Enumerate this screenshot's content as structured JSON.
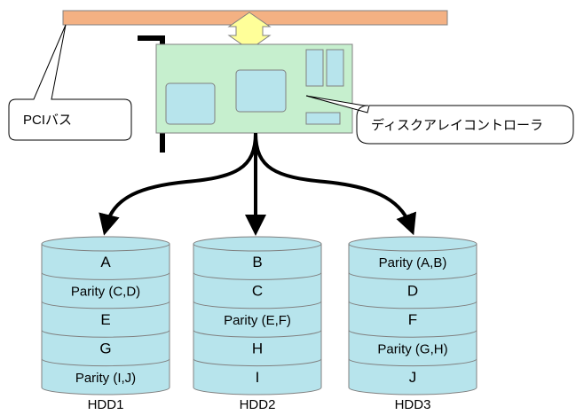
{
  "callouts": {
    "pci_bus": "PCIバス",
    "controller": "ディスクアレイコントローラ"
  },
  "disks": [
    {
      "label": "HDD1",
      "blocks": [
        "A",
        "Parity (C,D)",
        "E",
        "G",
        "Parity (I,J)"
      ]
    },
    {
      "label": "HDD2",
      "blocks": [
        "B",
        "C",
        "Parity (E,F)",
        "H",
        "I"
      ]
    },
    {
      "label": "HDD3",
      "blocks": [
        "Parity (A,B)",
        "D",
        "F",
        "Parity (G,H)",
        "J"
      ]
    }
  ],
  "colors": {
    "pci_bus": "#f4b183",
    "card": "#c6efce",
    "chip": "#b7e4ec",
    "arrow": "#ffff99",
    "disk": "#b7e4ec"
  }
}
